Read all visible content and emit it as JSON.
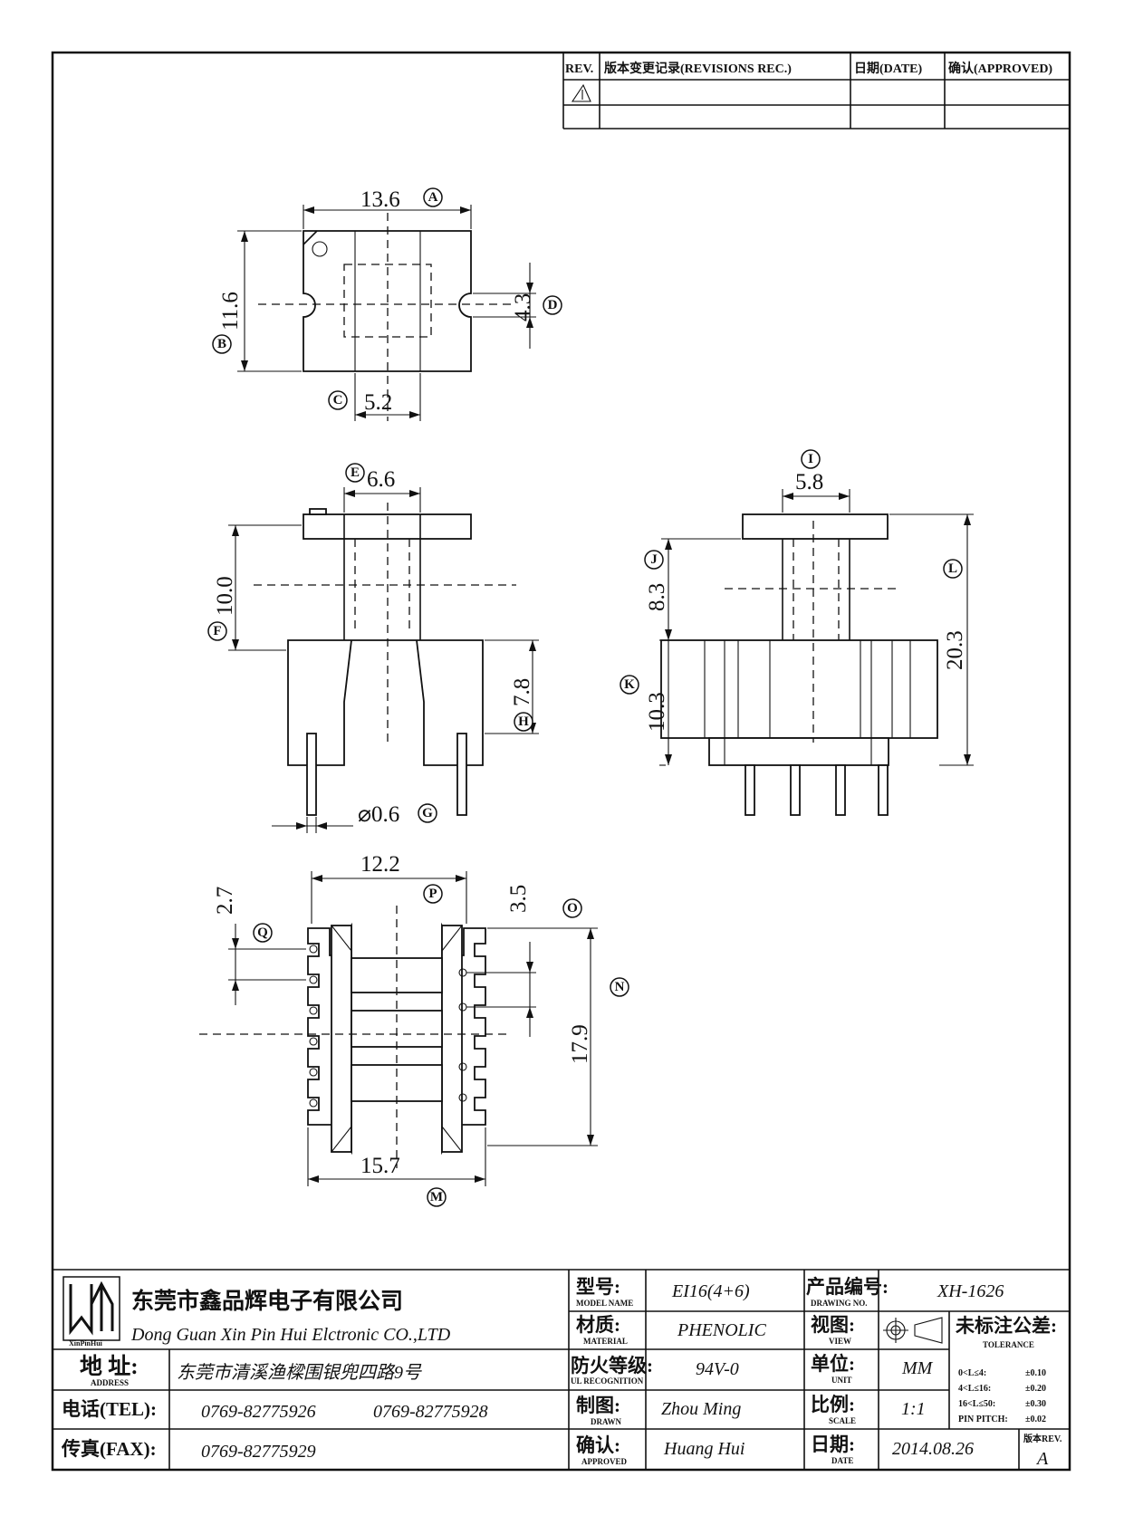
{
  "revision_table": {
    "headers": [
      "REV.",
      "版本变更记录(REVISIONS REC.)",
      "日期(DATE)",
      "确认(APPROVED)"
    ]
  },
  "top_view": {
    "width": "13.6",
    "height": "11.6",
    "slot": "4.3",
    "core": "5.2",
    "labels": {
      "width": "A",
      "height": "B",
      "core": "C",
      "slot": "D"
    }
  },
  "front_view": {
    "top_width": "6.6",
    "upper_height": "10.0",
    "lower_height": "7.8",
    "pin_dia": "⌀0.6",
    "labels": {
      "top_width": "E",
      "upper_height": "F",
      "pin_dia": "G",
      "lower_height": "H"
    }
  },
  "side_view": {
    "top_width": "5.8",
    "upper_height": "8.3",
    "lower_height": "10.3",
    "total_height": "20.3",
    "labels": {
      "top_width": "I",
      "upper_height": "J",
      "lower_height": "K",
      "total_height": "L"
    }
  },
  "bottom_view": {
    "bottom_width": "15.7",
    "inner_width": "12.2",
    "pitch": "3.5",
    "slot_pitch": "2.7",
    "height": "17.9",
    "labels": {
      "bottom_width": "M",
      "height": "N",
      "pitch": "O",
      "inner_width": "P",
      "slot_pitch": "Q"
    }
  },
  "title_block": {
    "logo_text": "XinPinHui",
    "company_cn": "东莞市鑫品辉电子有限公司",
    "company_en": "Dong Guan Xin Pin Hui Elctronic CO.,LTD",
    "address_label": "地 址:",
    "address_sub": "ADDRESS",
    "address": "东莞市清溪渔樑围银兜四路9号",
    "tel_label": "电话(TEL):",
    "tel": [
      "0769-82775926",
      "0769-82775928"
    ],
    "fax_label": "传真(FAX):",
    "fax": "0769-82775929",
    "model_label": "型号:",
    "model_sub": "MODEL NAME",
    "model": "EI16(4+6)",
    "material_label": "材质:",
    "material_sub": "MATERIAL",
    "material": "PHENOLIC",
    "flame_label": "防火等级:",
    "flame_sub": "UL RECOGNITION",
    "flame": "94V-0",
    "drawn_label": "制图:",
    "drawn_sub": "DRAWN",
    "drawn": "Zhou Ming",
    "approved_label": "确认:",
    "approved_sub": "APPROVED",
    "approved": "Huang Hui",
    "drawing_no_label": "产品编号:",
    "drawing_no_sub": "DRAWING NO.",
    "drawing_no": "XH-1626",
    "view_label": "视图:",
    "view_sub": "VIEW",
    "unit_label": "单位:",
    "unit_sub": "UNIT",
    "unit": "MM",
    "scale_label": "比例:",
    "scale_sub": "SCALE",
    "scale": "1:1",
    "date_label": "日期:",
    "date_sub": "DATE",
    "date": "2014.08.26",
    "tolerance_label": "未标注公差:",
    "tolerance_sub": "TOLERANCE",
    "tolerances": [
      {
        "range": "0<L≤4:",
        "value": "±0.10"
      },
      {
        "range": "4<L≤16:",
        "value": "±0.20"
      },
      {
        "range": "16<L≤50:",
        "value": "±0.30"
      },
      {
        "range": "PIN PITCH:",
        "value": "±0.02"
      }
    ],
    "rev_label": "版本REV.",
    "rev": "A"
  }
}
